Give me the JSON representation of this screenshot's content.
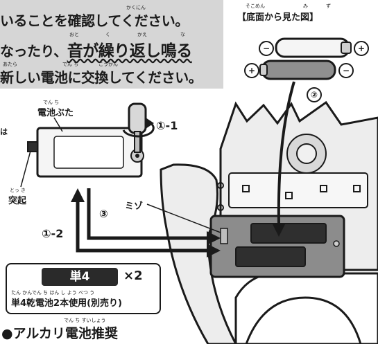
{
  "notice": {
    "line1": "いることを確認してください。",
    "line1_ruby": "かくにん",
    "line2_pre": "なったり、",
    "line2_emph": "音が繰り返し鳴る",
    "line2_ruby": [
      "おと",
      "く",
      "かえ",
      "な"
    ],
    "line3": "新しい電池に交換してください。",
    "line3_ruby": [
      "あたら",
      "でん ち",
      "こうかん"
    ]
  },
  "bottom_view": {
    "title": "【底面から見た図】",
    "ruby": [
      "そこめん",
      "み",
      "ず"
    ]
  },
  "labels": {
    "battery_cover": "電池ぶた",
    "battery_cover_ruby": "でん ち",
    "protrusion": "突起",
    "protrusion_ruby": "とっ き",
    "groove": "ミゾ",
    "side_text": "は"
  },
  "steps": {
    "s1_1": "①-1",
    "s1_2": "①-2",
    "s2": "②",
    "s3": "③"
  },
  "symbols": {
    "minus": "−",
    "plus": "+"
  },
  "battery_badge": {
    "type": "単4",
    "count": "×2",
    "usage": "単4乾電池2本使用(別売り)",
    "usage_ruby": "たん  かんでん ち  ほん し よう  べつ う"
  },
  "recommend": {
    "text": "●アルカリ電池推奨",
    "ruby": "でん ち すいしょう"
  },
  "colors": {
    "notice_bg": "#d6d6d6",
    "ink": "#1a1a1a",
    "toy_fill": "#ededed",
    "compartment": "#8c8c8c"
  }
}
